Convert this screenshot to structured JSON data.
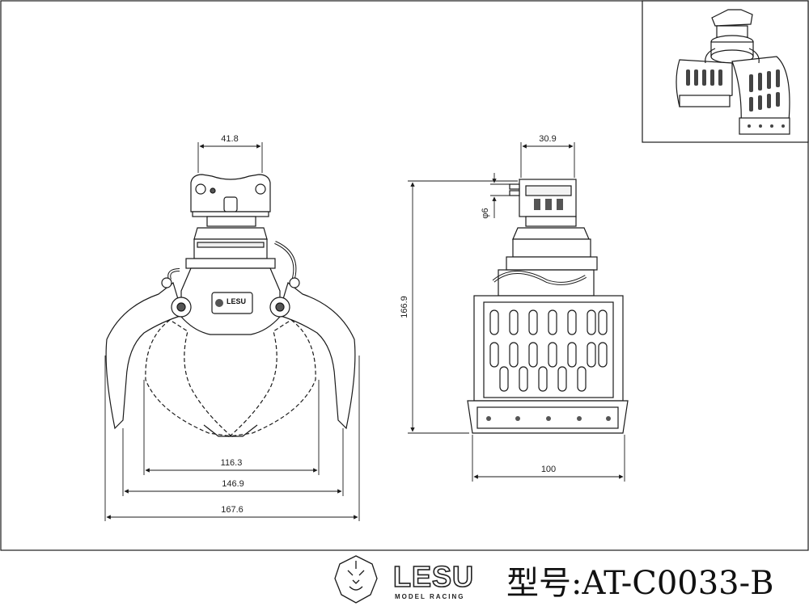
{
  "dimensions": {
    "top_width_front": "41.8",
    "top_width_side": "30.9",
    "pin_diameter": "φ6",
    "height": "166.9",
    "inner_span": "116.3",
    "mid_span": "146.9",
    "outer_span": "167.6",
    "side_width": "100"
  },
  "branding": {
    "logo_text": "LESU",
    "logo_subtext": "MODEL RACING",
    "plate_text": "LESU",
    "model_label": "型号:AT-C0033-B"
  },
  "colors": {
    "line": "#1a1a1a",
    "fill": "#ffffff",
    "dark": "#333333"
  }
}
